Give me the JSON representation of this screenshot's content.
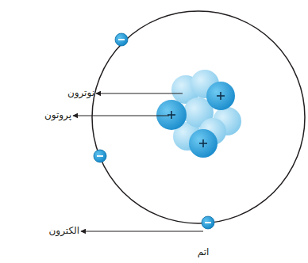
{
  "diagram": {
    "caption": "اتم",
    "labels": [
      "نوترون",
      "پروتون",
      "الکترون"
    ]
  }
}
